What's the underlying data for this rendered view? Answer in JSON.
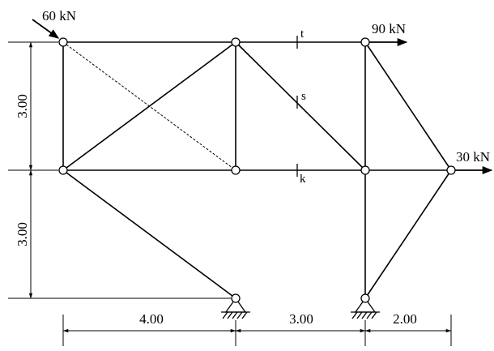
{
  "loads": {
    "top_left": "60 kN",
    "top_right": "90 kN",
    "right": "30 kN"
  },
  "dimensions": {
    "horizontal": [
      "4.00",
      "3.00",
      "2.00"
    ],
    "vertical": [
      "3.00",
      "3.00"
    ]
  },
  "sections": {
    "top": "t",
    "diagonal": "s",
    "bottom": "k"
  },
  "colors": {
    "line": "#000000",
    "background": "#ffffff"
  }
}
